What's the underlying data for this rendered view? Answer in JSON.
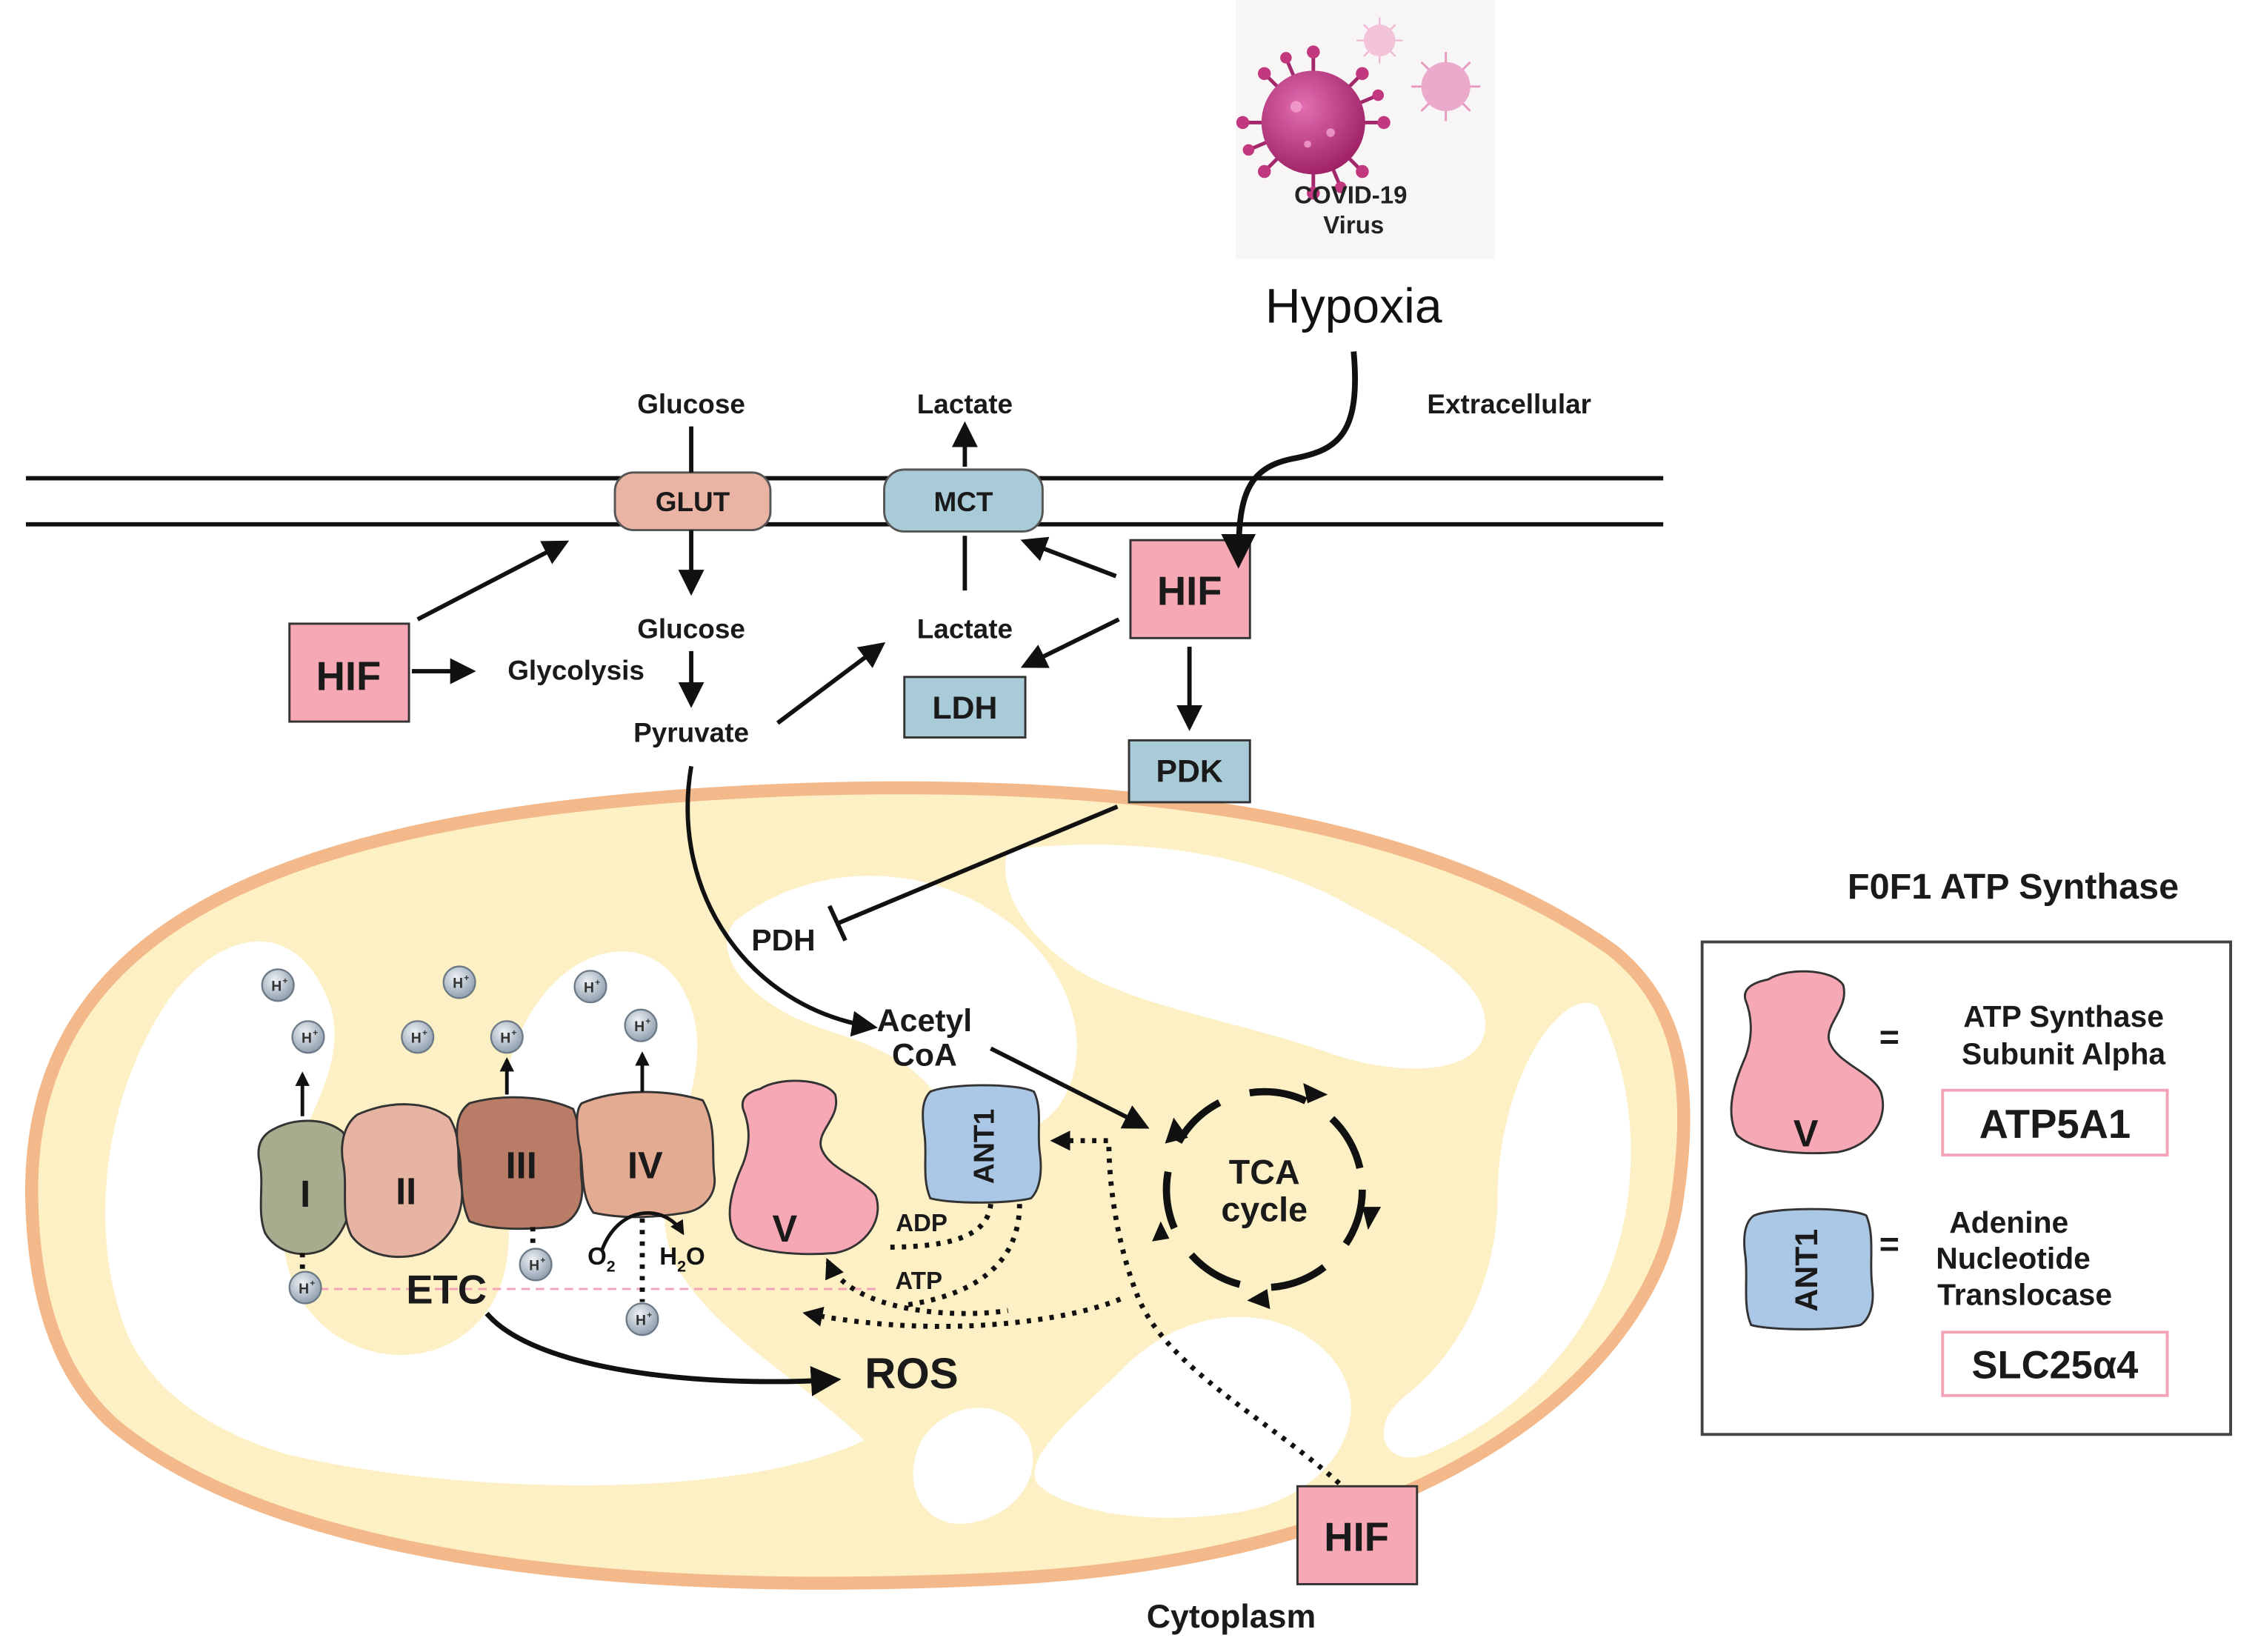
{
  "virus": {
    "line1": "COVID-19",
    "line2": "Virus"
  },
  "hypoxia": "Hypoxia",
  "extracellular": "Extracellular",
  "cytoplasm": "Cytoplasm",
  "membrane": {
    "glut": "GLUT",
    "mct": "MCT",
    "glucose_out": "Glucose",
    "lactate_out": "Lactate"
  },
  "cytosol": {
    "glucose_in": "Glucose",
    "glycolysis": "Glycolysis",
    "pyruvate": "Pyruvate",
    "lactate_in": "Lactate",
    "ldh": "LDH",
    "pdk": "PDK",
    "hif_left": "HIF",
    "hif_right": "HIF",
    "hif_bottom": "HIF"
  },
  "mito": {
    "pdh": "PDH",
    "acetyl_line1": "Acetyl",
    "acetyl_line2": "CoA",
    "tca_line1": "TCA",
    "tca_line2": "cycle",
    "complex_1": "I",
    "complex_2": "II",
    "complex_3": "III",
    "complex_4": "IV",
    "complex_v": "V",
    "ant1": "ANT1",
    "adp": "ADP",
    "atp": "ATP",
    "etc": "ETC",
    "ros": "ROS",
    "o2": "O",
    "o2_sub": "2",
    "h2o_h": "H",
    "h2o_sub": "2",
    "h2o_o": "O",
    "proton": "H",
    "proton_sup": "+"
  },
  "legend": {
    "title": "F0F1 ATP Synthase",
    "alpha_line1": "ATP Synthase",
    "alpha_line2": "Subunit Alpha",
    "alpha_gene": "ATP5A1",
    "ant_line1": "Adenine",
    "ant_line2": "Nucleotide",
    "ant_line3": "Translocase",
    "ant_gene": "SLC25α4",
    "equals": "=",
    "v_label": "V",
    "ant_label": "ANT1"
  },
  "colors": {
    "pink_box": "#f7a8b5",
    "blue_box": "#a9cbd8",
    "glut": "#e9b4a4",
    "mito_outer": "#f3b98a",
    "mito_inner": "#fdf0c4",
    "complex_1": "#a7ac8f",
    "complex_2": "#e7b3a3",
    "complex_3": "#b97c66",
    "complex_4": "#e4ab93"
  }
}
